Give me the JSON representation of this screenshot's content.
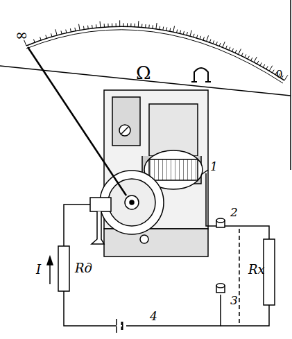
{
  "diagram": {
    "labels": [
      "∞",
      "Ω",
      "0",
      "1",
      "2",
      "3",
      "4",
      "I",
      "Rд",
      "Rx"
    ]
  }
}
